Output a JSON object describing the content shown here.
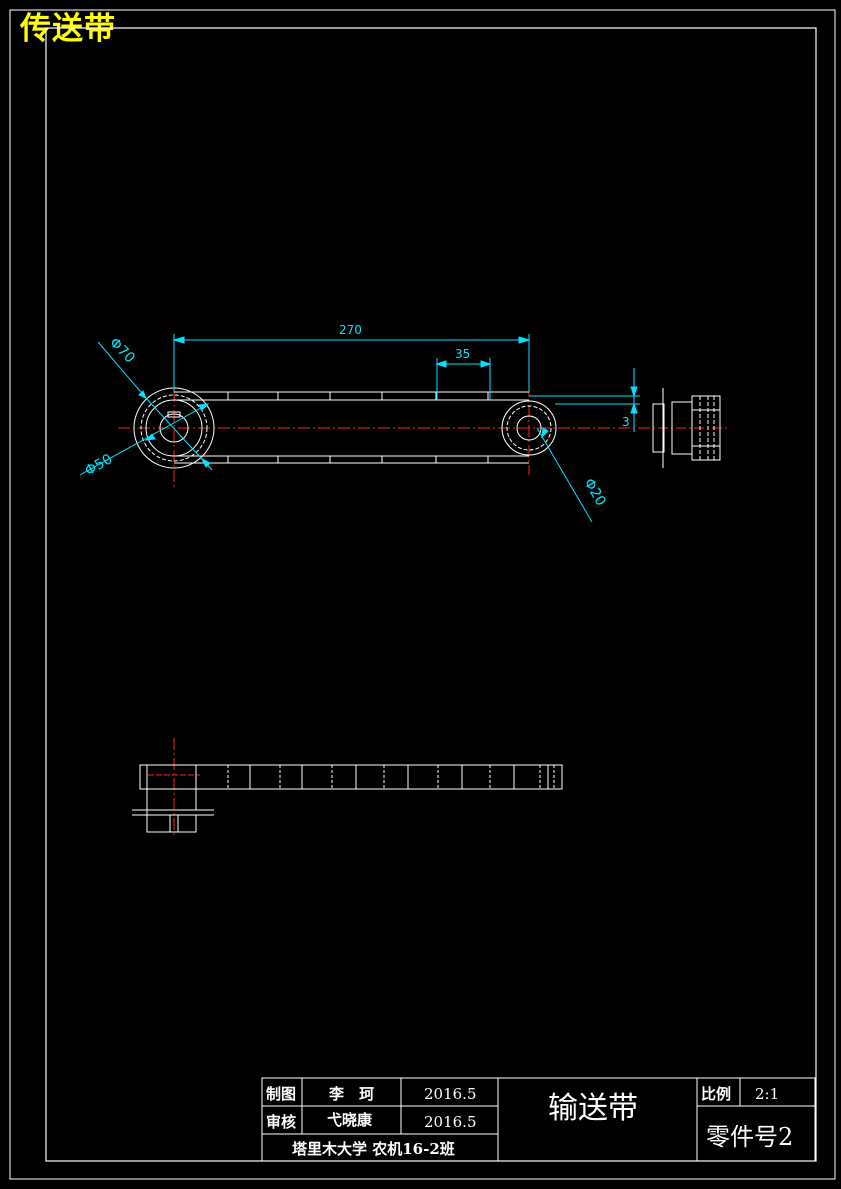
{
  "corner_title": "传送带",
  "dimensions": {
    "length": "270",
    "spacing": "35",
    "thickness": "3",
    "outer_diameter": "Φ70",
    "pulley_diameter": "Φ50",
    "small_pulley_diameter": "Φ20"
  },
  "title_block": {
    "drawn_label": "制图",
    "drawn_by": "李　珂",
    "drawn_date": "2016.5",
    "checked_label": "审核",
    "checked_by": "弋晓康",
    "checked_date": "2016.5",
    "organization": "塔里木大学 农机16-2班",
    "drawing_name": "输送带",
    "scale_label": "比例",
    "scale_value": "2:1",
    "part_number": "零件号2"
  },
  "colors": {
    "background": "#000000",
    "line": "#ffffff",
    "dimension": "#00e5ff",
    "centerline": "#ff2020",
    "title": "#ffff00"
  }
}
